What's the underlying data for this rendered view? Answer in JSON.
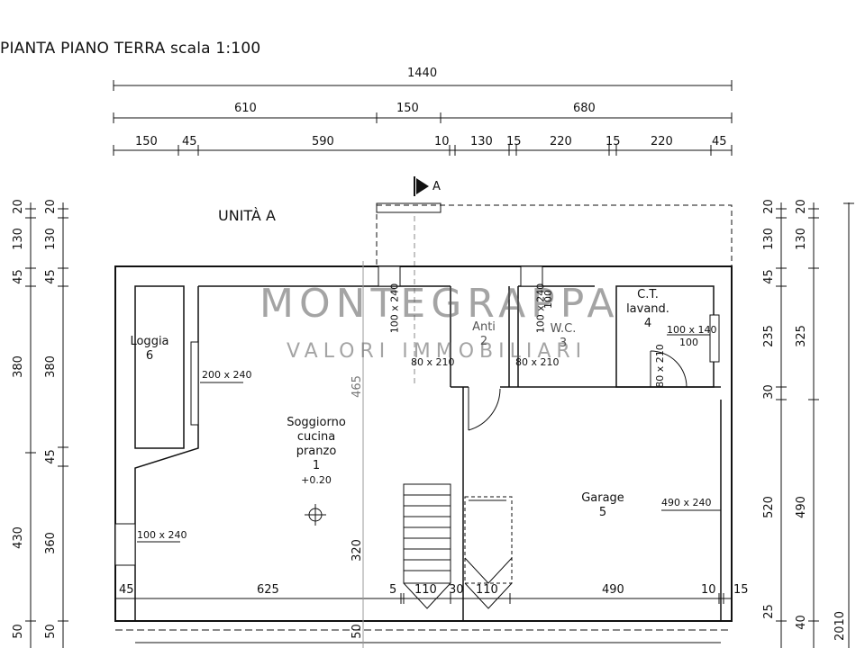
{
  "title": "PIANTA PIANO TERRA scala 1:100",
  "unit_label": "UNITÀ A",
  "section_mark": "A",
  "watermark": {
    "line1": "MONTEGRAPPA",
    "line2": "VALORI IMMOBILIARI"
  },
  "rooms": {
    "loggia": {
      "name": "Loggia",
      "number": "6"
    },
    "living": {
      "line1": "Soggiorno",
      "line2": "cucina",
      "line3": "pranzo",
      "number": "1",
      "level": "+0.20"
    },
    "anti": {
      "name": "Anti",
      "number": "2"
    },
    "wc": {
      "name": "W.C.",
      "number": "3"
    },
    "ct": {
      "line1": "C.T.",
      "line2": "lavand.",
      "number": "4"
    },
    "garage": {
      "name": "Garage",
      "number": "5"
    }
  },
  "openings": {
    "loggia_window": "200 x 240",
    "living_window": "100 x 240",
    "stair_window": "100 x 240",
    "anti_door": "80 x 210",
    "wc_window": "100",
    "wc_window_b": "100 x 240",
    "wc_door": "80 x 210",
    "ct_window": "100 x 140",
    "ct_window_b": "100",
    "ct_door": "80 x 210",
    "garage_door": "490 x 240"
  },
  "dims_top": {
    "total": "1440",
    "row2": [
      "610",
      "150",
      "680"
    ],
    "row3": [
      "150",
      "45",
      "590",
      "10",
      "130",
      "15",
      "220",
      "15",
      "220",
      "45"
    ]
  },
  "dims_bottom": [
    "45",
    "625",
    "5",
    "110",
    "30",
    "110",
    "490",
    "10",
    "15"
  ],
  "dims_left_outer": [
    "20",
    "130",
    "45",
    "380",
    "430",
    "50"
  ],
  "dims_left_inner": [
    "20",
    "130",
    "45",
    "380",
    "45",
    "360",
    "50"
  ],
  "dims_right_inner": [
    "20",
    "130",
    "45",
    "235",
    "30",
    "520",
    "25"
  ],
  "dims_right_outer": [
    "20",
    "130",
    "325",
    "490",
    "40",
    "2010"
  ],
  "interior_dims": {
    "v465": "465",
    "v320": "320",
    "v50": "50"
  }
}
